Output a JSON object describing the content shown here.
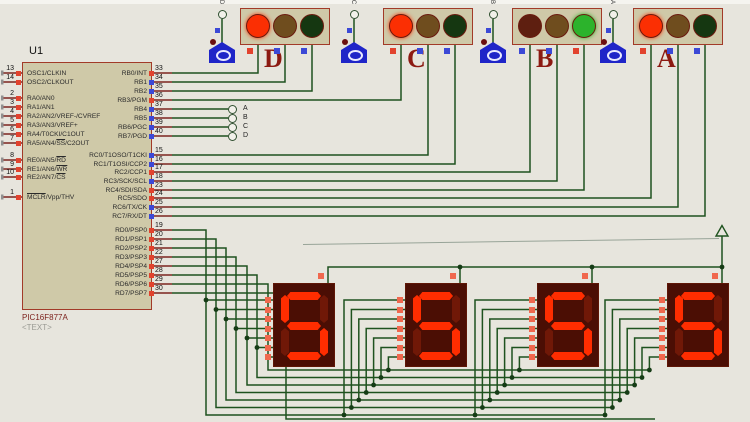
{
  "window": {
    "background": "#e7e5dd"
  },
  "chip": {
    "ref": "U1",
    "part": "PIC16F877A",
    "text_label": "<TEXT>",
    "left_pins": [
      {
        "num": "13",
        "name": "OSC1/CLKIN",
        "state": "high"
      },
      {
        "num": "14",
        "name": "OSC2/CLKOUT",
        "state": "high"
      },
      {
        "num": "2",
        "name": "RA0/AN0",
        "state": "high"
      },
      {
        "num": "3",
        "name": "RA1/AN1",
        "state": "high"
      },
      {
        "num": "4",
        "name": "RA2/AN2/VREF-/CVREF",
        "state": "high"
      },
      {
        "num": "5",
        "name": "RA3/AN3/VREF+",
        "state": "high"
      },
      {
        "num": "6",
        "name": "RA4/T0CKI/C1OUT",
        "state": "high"
      },
      {
        "num": "7",
        "name": "RA5/AN4/|SS|/C2OUT",
        "state": "high"
      },
      {
        "num": "8",
        "name": "RE0/AN5/|RD|",
        "state": "high"
      },
      {
        "num": "9",
        "name": "RE1/AN6/|WR|",
        "state": "high"
      },
      {
        "num": "10",
        "name": "RE2/AN7/|CS|",
        "state": "high"
      },
      {
        "num": "1",
        "name": "|MCLR|/Vpp/THV",
        "state": "high"
      }
    ],
    "right_pins": [
      {
        "num": "33",
        "name": "RB0/INT",
        "state": "high"
      },
      {
        "num": "34",
        "name": "RB1",
        "state": "low"
      },
      {
        "num": "35",
        "name": "RB2",
        "state": "low"
      },
      {
        "num": "36",
        "name": "RB3/PGM",
        "state": "high"
      },
      {
        "num": "37",
        "name": "RB4",
        "state": "low"
      },
      {
        "num": "38",
        "name": "RB5",
        "state": "low"
      },
      {
        "num": "39",
        "name": "RB6/PGC",
        "state": "low"
      },
      {
        "num": "40",
        "name": "RB7/PGD",
        "state": "low"
      },
      {
        "num": "15",
        "name": "RC0/T1OSO/T1CKI",
        "state": "low"
      },
      {
        "num": "16",
        "name": "RC1/T1OSI/CCP2",
        "state": "low"
      },
      {
        "num": "17",
        "name": "RC2/CCP1",
        "state": "high"
      },
      {
        "num": "18",
        "name": "RC3/SCK/SCL",
        "state": "low"
      },
      {
        "num": "23",
        "name": "RC4/SDI/SDA",
        "state": "high"
      },
      {
        "num": "24",
        "name": "RC5/SDO",
        "state": "high"
      },
      {
        "num": "25",
        "name": "RC6/TX/CK",
        "state": "low"
      },
      {
        "num": "26",
        "name": "RC7/RX/DT",
        "state": "low"
      },
      {
        "num": "19",
        "name": "RD0/PSP0",
        "state": "high"
      },
      {
        "num": "20",
        "name": "RD1/PSP1",
        "state": "high"
      },
      {
        "num": "21",
        "name": "RD2/PSP2",
        "state": "high"
      },
      {
        "num": "22",
        "name": "RD3/PSP3",
        "state": "high"
      },
      {
        "num": "27",
        "name": "RD4/PSP4",
        "state": "high"
      },
      {
        "num": "28",
        "name": "RD5/PSP5",
        "state": "high"
      },
      {
        "num": "29",
        "name": "RD6/PSP6",
        "state": "high"
      },
      {
        "num": "30",
        "name": "RD7/PSP7",
        "state": "high"
      }
    ]
  },
  "port_flags": [
    "A",
    "B",
    "C",
    "D"
  ],
  "traffic_lights": [
    {
      "label": "D",
      "probe_letter": "D",
      "lamps": [
        {
          "color": "red",
          "lit": true,
          "state": "high"
        },
        {
          "color": "yellow",
          "lit": false,
          "state": "low"
        },
        {
          "color": "green",
          "lit": false,
          "state": "low"
        }
      ]
    },
    {
      "label": "C",
      "probe_letter": "C",
      "lamps": [
        {
          "color": "red",
          "lit": true,
          "state": "high"
        },
        {
          "color": "yellow",
          "lit": false,
          "state": "low"
        },
        {
          "color": "green",
          "lit": false,
          "state": "low"
        }
      ]
    },
    {
      "label": "B",
      "probe_letter": "B",
      "lamps": [
        {
          "color": "red",
          "lit": false,
          "state": "low"
        },
        {
          "color": "yellow",
          "lit": false,
          "state": "low"
        },
        {
          "color": "green",
          "lit": true,
          "state": "high"
        }
      ]
    },
    {
      "label": "A",
      "probe_letter": "A",
      "lamps": [
        {
          "color": "red",
          "lit": true,
          "state": "high"
        },
        {
          "color": "yellow",
          "lit": false,
          "state": "low"
        },
        {
          "color": "green",
          "lit": false,
          "state": "low"
        }
      ]
    }
  ],
  "displays": [
    {
      "digit": "5",
      "lit_segments": [
        "a",
        "f",
        "g",
        "c",
        "d"
      ]
    },
    {
      "digit": "5",
      "lit_segments": [
        "a",
        "f",
        "g",
        "c",
        "d"
      ]
    },
    {
      "digit": "5",
      "lit_segments": [
        "a",
        "f",
        "g",
        "c",
        "d"
      ]
    },
    {
      "digit": "5",
      "lit_segments": [
        "a",
        "f",
        "g",
        "c",
        "d"
      ]
    }
  ],
  "power": {
    "symbol": "vcc-arrow"
  },
  "colors": {
    "wire": "#1e521e",
    "pin_stub": "#7b241e",
    "state_high": "#e2432e",
    "state_low": "#3c49d6",
    "component_fill": "#cfc9a8",
    "component_border": "#a23a28",
    "lamp_red_lit": "#fb2f03",
    "lamp_red_off": "#5e1f10",
    "lamp_yellow_off": "#6f4d1e",
    "lamp_green_lit": "#2cb32c",
    "lamp_green_off": "#153711",
    "display_body": "#4b0e04",
    "segment_lit": "#ff2d00",
    "segment_off": "#701807",
    "label_red": "#8c1a12",
    "probe_blue": "#1f25c8"
  }
}
